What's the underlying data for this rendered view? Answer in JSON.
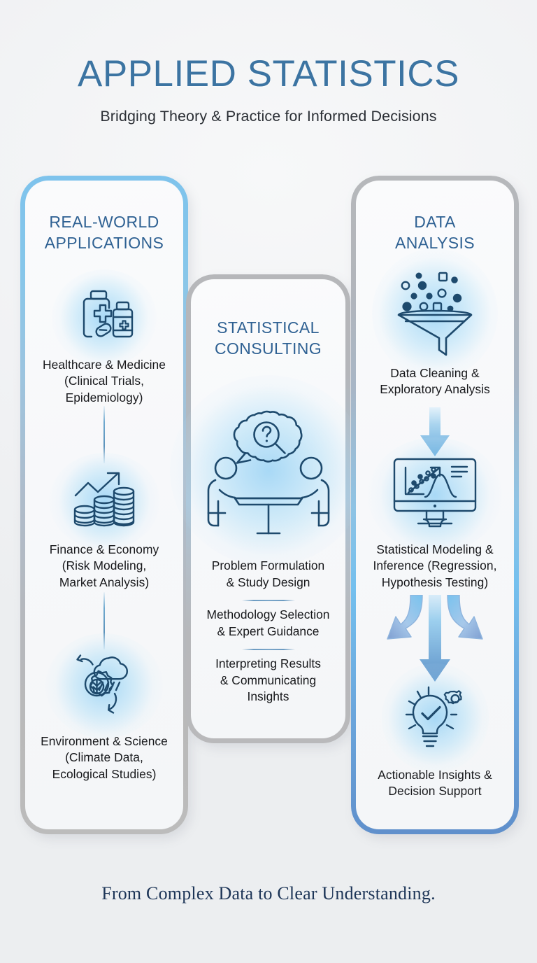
{
  "header": {
    "title": "APPLIED STATISTICS",
    "subtitle": "Bridging Theory & Practice for Informed Decisions"
  },
  "footer": {
    "tagline": "From Complex Data to Clear Understanding."
  },
  "colors": {
    "background": "#f1f2f4",
    "title_blue": "#3c74a2",
    "heading_blue": "#2f6193",
    "icon_stroke": "#1e4a6d",
    "glow_blue": "#74c4f3",
    "arrow_blue": "#5f94c8",
    "border_grey": "#b8b9bb",
    "caption_text": "#17181b",
    "footer_navy": "#1d3557"
  },
  "columns": {
    "left": {
      "heading": "REAL-WORLD\nAPPLICATIONS",
      "heading_line1": "REAL-WORLD",
      "heading_line2": "APPLICATIONS",
      "items": [
        {
          "icon": "medical-kit-icon",
          "caption_line1": "Healthcare & Medicine",
          "caption_line2": "(Clinical Trials,",
          "caption_line3": "Epidemiology)"
        },
        {
          "icon": "growth-chart-coins-icon",
          "caption_line1": "Finance & Economy",
          "caption_line2": "(Risk Modeling,",
          "caption_line3": "Market Analysis)"
        },
        {
          "icon": "eco-gear-cloud-icon",
          "caption_line1": "Environment & Science",
          "caption_line2": "(Climate Data,",
          "caption_line3": "Ecological Studies)"
        }
      ]
    },
    "center": {
      "heading_line1": "STATISTICAL",
      "heading_line2": "CONSULTING",
      "icon": "consulting-meeting-icon",
      "items": [
        {
          "line1": "Problem Formulation",
          "line2": "& Study Design"
        },
        {
          "line1": "Methodology Selection",
          "line2": "& Expert Guidance"
        },
        {
          "line1": "Interpreting Results",
          "line2": "& Communicating",
          "line3": "Insights"
        }
      ]
    },
    "right": {
      "heading_line1": "DATA",
      "heading_line2": "ANALYSIS",
      "items": [
        {
          "icon": "data-funnel-icon",
          "caption_line1": "Data Cleaning &",
          "caption_line2": "Exploratory Analysis"
        },
        {
          "icon": "monitor-regression-chart-icon",
          "caption_line1": "Statistical Modeling &",
          "caption_line2": "Inference (Regression,",
          "caption_line3": "Hypothesis Testing)"
        },
        {
          "icon": "lightbulb-gear-check-icon",
          "caption_line1": "Actionable Insights &",
          "caption_line2": "Decision Support"
        }
      ],
      "flow_arrows": [
        "down-arrow-icon",
        "branching-arrows-icon"
      ]
    }
  }
}
